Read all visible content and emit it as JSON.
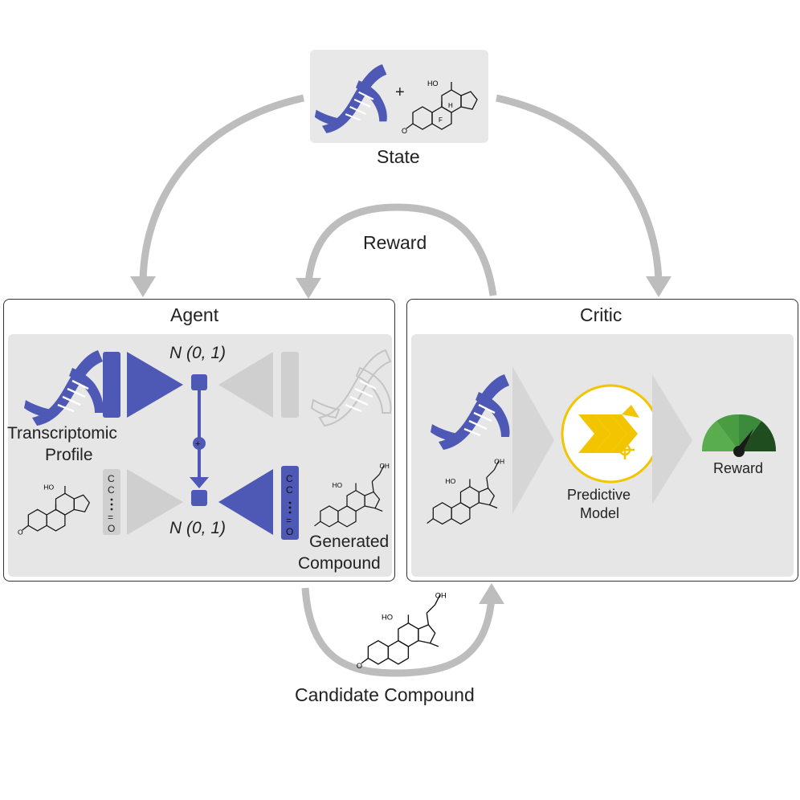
{
  "state": {
    "label": "State",
    "plus": "+"
  },
  "loop": {
    "reward_label": "Reward",
    "candidate_label": "Candidate Compound"
  },
  "agent": {
    "title": "Agent",
    "transcriptomic_label_1": "Transcriptomic",
    "transcriptomic_label_2": "Profile",
    "normal_top": "N (0, 1)",
    "normal_bottom": "N (0, 1)",
    "generated_label_1": "Generated",
    "generated_label_2": "Compound",
    "plus": "+",
    "sequence_chars": [
      "C",
      "C",
      "=",
      "O"
    ]
  },
  "critic": {
    "title": "Critic",
    "model_label_1": "Predictive",
    "model_label_2": "Model",
    "reward_label": "Reward"
  },
  "molecule_atoms": {
    "ho": "HO",
    "o": "O",
    "oh": "OH",
    "f": "F",
    "h": "H"
  },
  "colors": {
    "arrow_gray": "#bdbdbd",
    "panel_gray": "#e6e6e6",
    "blue": "#4e58b5",
    "blue_light": "#6b74c9",
    "faded": "#cfcfcf",
    "gold": "#f2c500",
    "gauge_dark": "#1f4d1f",
    "gauge_mid": "#3c8a3c",
    "gauge_light": "#5aad4e"
  }
}
